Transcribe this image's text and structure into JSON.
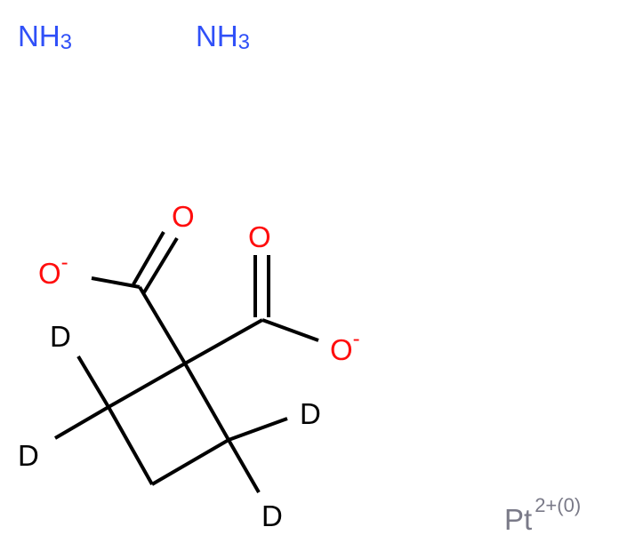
{
  "diagram": {
    "type": "chemical-structure",
    "colors": {
      "bond": "#000000",
      "nitrogen": "#3050f8",
      "oxygen": "#ff0d0d",
      "deuterium": "#000000",
      "platinum": "#7a7a88"
    },
    "fragments": {
      "ammonia_1": {
        "symbol": "NH",
        "subscript": "3"
      },
      "ammonia_2": {
        "symbol": "NH",
        "subscript": "3"
      },
      "platinum": {
        "symbol": "Pt",
        "charge": "2+(0)"
      }
    },
    "atoms": {
      "o_double_left": {
        "symbol": "O"
      },
      "o_double_right": {
        "symbol": "O"
      },
      "o_minus_left": {
        "symbol": "O",
        "charge": "-"
      },
      "o_minus_right": {
        "symbol": "O",
        "charge": "-"
      },
      "d_top_left": {
        "symbol": "D"
      },
      "d_left": {
        "symbol": "D"
      },
      "d_right": {
        "symbol": "D"
      },
      "d_bottom": {
        "symbol": "D"
      }
    }
  }
}
